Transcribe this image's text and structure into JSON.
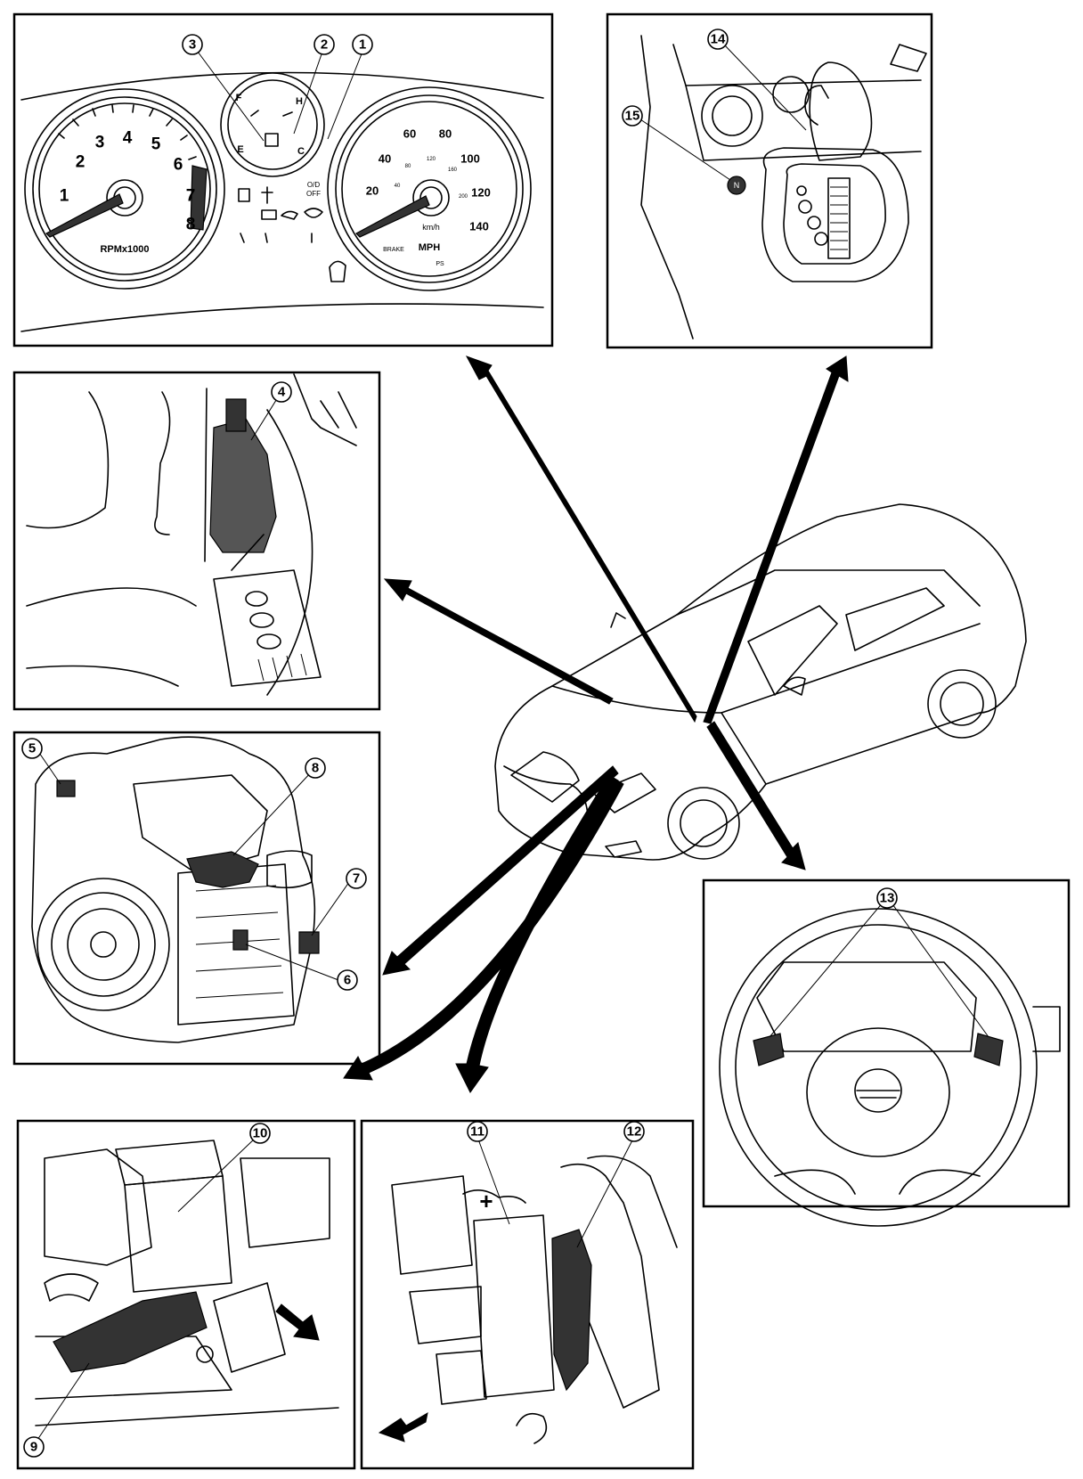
{
  "panels": [
    {
      "id": "cluster",
      "callouts": [
        "1",
        "2",
        "3"
      ]
    },
    {
      "id": "selector",
      "callouts": [
        "14",
        "15"
      ]
    },
    {
      "id": "pedal",
      "callouts": [
        "4"
      ]
    },
    {
      "id": "transaxle",
      "callouts": [
        "5",
        "6",
        "7",
        "8"
      ]
    },
    {
      "id": "steering",
      "callouts": [
        "13"
      ]
    },
    {
      "id": "engine-left",
      "callouts": [
        "9",
        "10"
      ]
    },
    {
      "id": "engine-right",
      "callouts": [
        "11",
        "12"
      ]
    }
  ],
  "callouts": {
    "c1": "1",
    "c2": "2",
    "c3": "3",
    "c4": "4",
    "c5": "5",
    "c6": "6",
    "c7": "7",
    "c8": "8",
    "c9": "9",
    "c10": "10",
    "c11": "11",
    "c12": "12",
    "c13": "13",
    "c14": "14",
    "c15": "15"
  },
  "tachometer": {
    "numbers": [
      "1",
      "2",
      "3",
      "4",
      "5",
      "6",
      "7",
      "8"
    ],
    "label": "RPMx1000"
  },
  "speedometer": {
    "mph_numbers": [
      "20",
      "40",
      "60",
      "80",
      "100",
      "120",
      "140"
    ],
    "kmh_numbers": [
      "40",
      "80",
      "120",
      "160",
      "200"
    ],
    "kmh_label": "km/h",
    "mph_label": "MPH",
    "brake_label": "BRAKE",
    "ps_label": "PS"
  },
  "fuel_gauge": {
    "full": "F",
    "empty": "E"
  },
  "temp_gauge": {
    "hot": "H",
    "cold": "C"
  },
  "warning_lights": {
    "od_off_1": "O/D",
    "od_off_2": "OFF"
  },
  "selector": {
    "n_button": "N"
  },
  "battery": {
    "positive_symbol": "+"
  }
}
